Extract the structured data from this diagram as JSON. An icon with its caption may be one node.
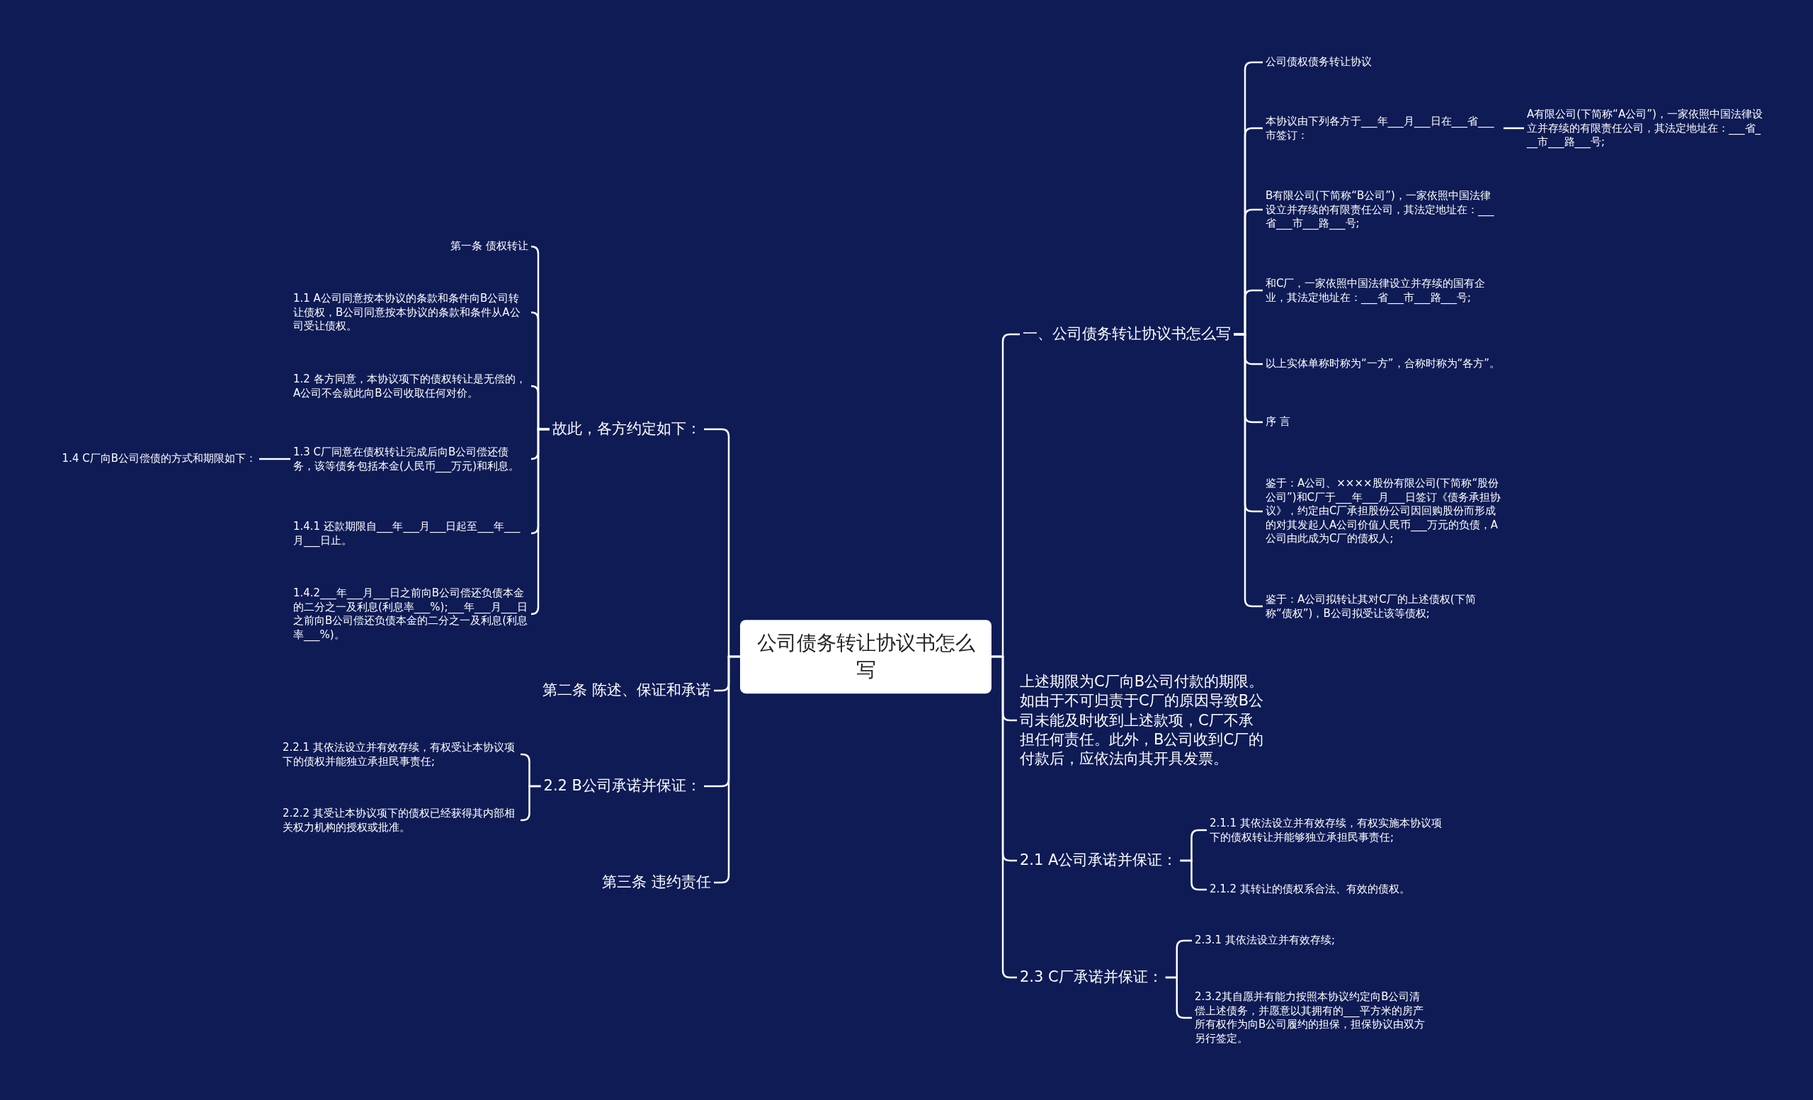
{
  "diagram": {
    "nodes": [
      {
        "text": [
          "公司债务转让协议书怎么写"
        ]
      },
      {
        "text": [
          "一、公司债务转让协议书怎么写"
        ]
      },
      {
        "text": [
          "公司债权债务转让协议"
        ]
      },
      {
        "text": [
          "本协议由下列各方于___年___月___日在___省___市签订："
        ]
      },
      {
        "text": [
          "A有限公司(下简称“A公司”)，一家依照中国法律设立并存续的有限责任公司，其法定地址在：___省___市___路___号;"
        ]
      },
      {
        "text": [
          "B有限公司(下简称“B公司”)，一家依照中国法律设立并存续的有限责任公司，其法定地址在：___省___市___路___号;"
        ]
      },
      {
        "text": [
          "和C厂，一家依照中国法律设立并存续的国有企业，其法定地址在：___省___市___路___号;"
        ]
      },
      {
        "text": [
          "以上实体单称时称为“一方”，合称时称为“各方”。"
        ]
      },
      {
        "text": [
          "序 言"
        ]
      },
      {
        "text": [
          "鉴于：A公司、××××股份有限公司(下简称“股份公司”)和C厂于___年___月___日签订《债务承担协议》，约定由C厂承担股份公司因回购股份而形成的对其发起人A公司价值人民币___万元的负债，A公司由此成为C厂的债权人;"
        ]
      },
      {
        "text": [
          "鉴于：A公司拟转让其对C厂的上述债权(下简称“债权”)，B公司拟受让该等债权;"
        ]
      },
      {
        "text": [
          "上述期限为C厂向B公司付款的期限。如由于不可归责于C厂的原因导致B公司未能及时收到上述款项，C厂不承担任何责任。此外，B公司收到C厂的付款后，应依法向其开具发票。"
        ]
      },
      {
        "text": [
          "2.1 A公司承诺并保证："
        ]
      },
      {
        "text": [
          "2.1.1 其依法设立并有效存续，有权实施本协议项下的债权转让并能够独立承担民事责任;"
        ]
      },
      {
        "text": [
          "2.1.2 其转让的债权系合法、有效的债权。"
        ]
      },
      {
        "text": [
          "2.3 C厂承诺并保证："
        ]
      },
      {
        "text": [
          "2.3.1 其依法设立并有效存续;"
        ]
      },
      {
        "text": [
          "2.3.2其自愿并有能力按照本协议约定向B公司清偿上述债务，并愿意以其拥有的___平方米的房产所有权作为向B公司履约的担保，担保协议由双方另行签定。"
        ]
      },
      {
        "text": [
          "故此，各方约定如下："
        ]
      },
      {
        "text": [
          "第一条 债权转让"
        ]
      },
      {
        "text": [
          "1.1 A公司同意按本协议的条款和条件向B公司转让债权，B公司同意按本协议的条款和条件从A公司受让债权。"
        ]
      },
      {
        "text": [
          "1.2 各方同意，本协议项下的债权转让是无偿的，A公司不会就此向B公司收取任何对价。"
        ]
      },
      {
        "text": [
          "1.3 C厂同意在债权转让完成后向B公司偿还债务，该等债务包括本金(人民币___万元)和利息。"
        ]
      },
      {
        "text": [
          "1.4 C厂向B公司偿债的方式和期限如下："
        ]
      },
      {
        "text": [
          "1.4.1 还款期限自___年___月___日起至___年___月___日止。"
        ]
      },
      {
        "text": [
          "1.4.2___年___月___日之前向B公司偿还负债本金的二分之一及利息(利息率___%);___年___月___日之前向B公司偿还负债本金的二分之一及利息(利息率___%)。"
        ]
      },
      {
        "text": [
          "第二条 陈述、保证和承诺"
        ]
      },
      {
        "text": [
          "2.2 B公司承诺并保证："
        ]
      },
      {
        "text": [
          "2.2.1 其依法设立并有效存续，有权受让本协议项下的债权并能独立承担民事责任;"
        ]
      },
      {
        "text": [
          "2.2.2 其受让本协议项下的债权已经获得其内部相关权力机构的授权或批准。"
        ]
      },
      {
        "text": [
          "第三条 违约责任"
        ]
      }
    ],
    "edges": [
      {
        "from": 0,
        "to": 1,
        "arrow": "none"
      },
      {
        "from": 1,
        "to": 2,
        "arrow": "none"
      },
      {
        "from": 1,
        "to": 3,
        "arrow": "none"
      },
      {
        "from": 3,
        "to": 4,
        "arrow": "none"
      },
      {
        "from": 1,
        "to": 5,
        "arrow": "none"
      },
      {
        "from": 1,
        "to": 6,
        "arrow": "none"
      },
      {
        "from": 1,
        "to": 7,
        "arrow": "none"
      },
      {
        "from": 1,
        "to": 8,
        "arrow": "none"
      },
      {
        "from": 1,
        "to": 9,
        "arrow": "none"
      },
      {
        "from": 1,
        "to": 10,
        "arrow": "none"
      },
      {
        "from": 0,
        "to": 11,
        "arrow": "none"
      },
      {
        "from": 0,
        "to": 12,
        "arrow": "none"
      },
      {
        "from": 12,
        "to": 13,
        "arrow": "none"
      },
      {
        "from": 12,
        "to": 14,
        "arrow": "none"
      },
      {
        "from": 0,
        "to": 15,
        "arrow": "none"
      },
      {
        "from": 15,
        "to": 16,
        "arrow": "none"
      },
      {
        "from": 15,
        "to": 17,
        "arrow": "none"
      },
      {
        "from": 0,
        "to": 18,
        "arrow": "none"
      },
      {
        "from": 18,
        "to": 19,
        "arrow": "none"
      },
      {
        "from": 18,
        "to": 20,
        "arrow": "none"
      },
      {
        "from": 18,
        "to": 21,
        "arrow": "none"
      },
      {
        "from": 18,
        "to": 22,
        "arrow": "none"
      },
      {
        "from": 22,
        "to": 23,
        "arrow": "none"
      },
      {
        "from": 18,
        "to": 24,
        "arrow": "none"
      },
      {
        "from": 18,
        "to": 25,
        "arrow": "none"
      },
      {
        "from": 0,
        "to": 26,
        "arrow": "none"
      },
      {
        "from": 0,
        "to": 27,
        "arrow": "none"
      },
      {
        "from": 27,
        "to": 28,
        "arrow": "none"
      },
      {
        "from": 27,
        "to": 29,
        "arrow": "none"
      },
      {
        "from": 0,
        "to": 30,
        "arrow": "none"
      }
    ]
  }
}
